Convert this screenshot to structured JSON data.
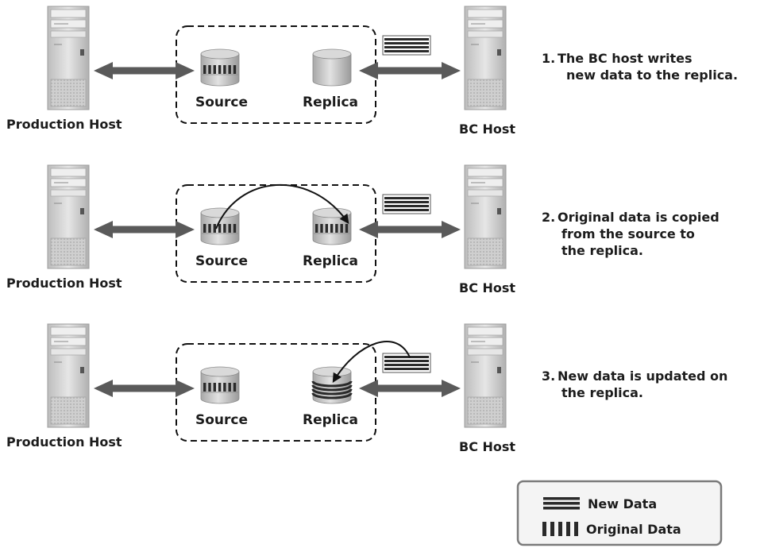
{
  "rows": [
    {
      "production_label": "Production Host",
      "bc_label": "BC Host",
      "source_label": "Source",
      "replica_label": "Replica",
      "source_state": "original",
      "replica_state": "empty",
      "step": {
        "number": "1.",
        "lines": [
          "The BC host writes",
          "new data to the replica."
        ]
      }
    },
    {
      "production_label": "Production Host",
      "bc_label": "BC Host",
      "source_label": "Source",
      "replica_label": "Replica",
      "source_state": "original",
      "replica_state": "original",
      "step": {
        "number": "2.",
        "lines": [
          "Original data is copied",
          "from the source to",
          "the replica."
        ]
      }
    },
    {
      "production_label": "Production Host",
      "bc_label": "BC Host",
      "source_label": "Source",
      "replica_label": "Replica",
      "source_state": "original",
      "replica_state": "new",
      "step": {
        "number": "3.",
        "lines": [
          "New data is updated on",
          "the replica."
        ]
      }
    }
  ],
  "legend": {
    "new_data": "New Data",
    "original_data": "Original Data"
  },
  "colors": {
    "arrow": "#5a5a5a",
    "server": "#d4d4d4",
    "cylinder": "#c2c2c2",
    "stripe": "#2a2a2a",
    "legend_border": "#7a7a7a"
  }
}
